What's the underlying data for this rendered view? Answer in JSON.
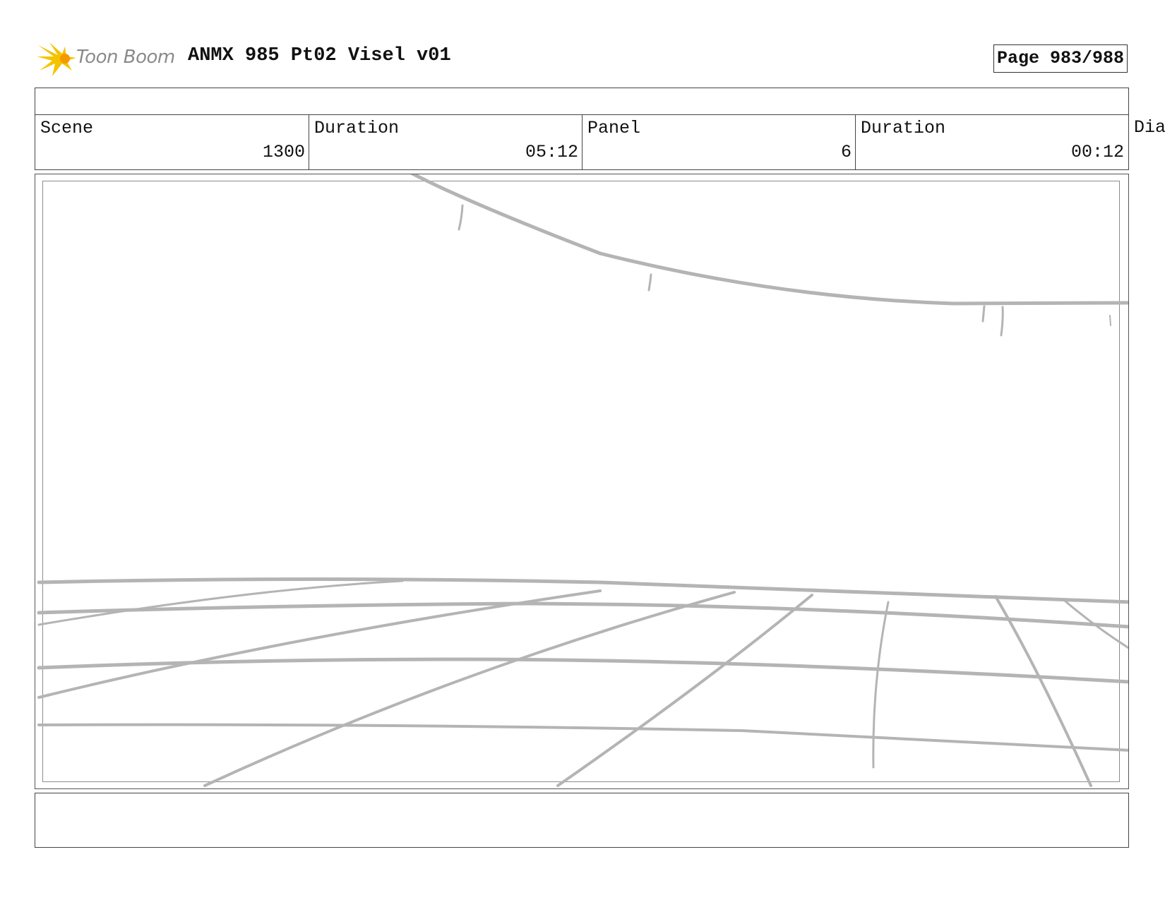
{
  "header": {
    "logo_text": "Toon Boom",
    "title": "ANMX 985 Pt02 Visel v01",
    "page_label": "Page 983/988"
  },
  "info": {
    "scene_label": "Scene",
    "scene_value": "1300",
    "scene_duration_label": "Duration",
    "scene_duration_value": "05:12",
    "panel_label": "Panel",
    "panel_value": "6",
    "panel_duration_label": "Duration",
    "panel_duration_value": "00:12",
    "dialogue_label": "Dia"
  },
  "colors": {
    "sketch_line": "#b4b4b4",
    "logo_yellow": "#f4c400",
    "logo_orange": "#f49a00",
    "border": "#444444"
  },
  "icons": {
    "logo": "toon-boom-starburst-icon"
  }
}
